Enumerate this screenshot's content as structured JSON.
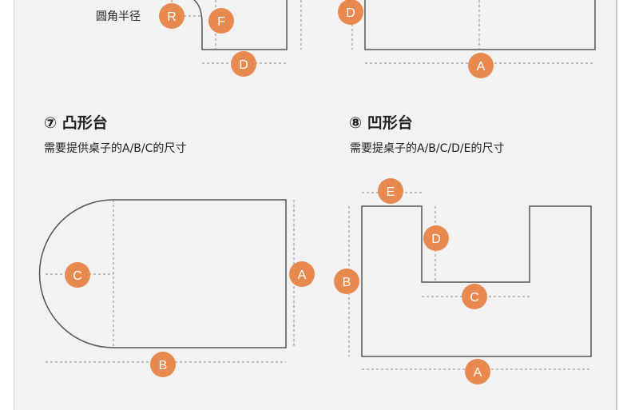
{
  "colors": {
    "accent": "#e8894f",
    "line": "#555555",
    "dim": "#888888",
    "panel": "#f2f2f2"
  },
  "top_left": {
    "radius_label": "圆角半径",
    "markers": [
      "R",
      "F",
      "D"
    ]
  },
  "top_right": {
    "markers": [
      "D",
      "A"
    ]
  },
  "section7": {
    "title": "⑦ 凸形台",
    "subtitle": "需要提供桌子的A/B/C的尺寸",
    "markers": {
      "a": "A",
      "b": "B",
      "c": "C"
    }
  },
  "section8": {
    "title": "⑧ 凹形台",
    "subtitle": "需要提桌子的A/B/C/D/E的尺寸",
    "markers": {
      "a": "A",
      "b": "B",
      "c": "C",
      "d": "D",
      "e": "E"
    }
  }
}
